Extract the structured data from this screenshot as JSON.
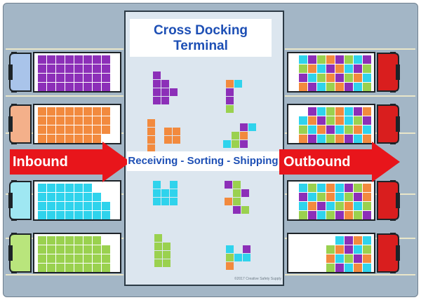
{
  "title": {
    "line1": "Cross Docking",
    "line2": "Terminal"
  },
  "process_band": "Receiving - Sorting - Shipping",
  "inbound_label": "Inbound",
  "outbound_label": "Outbound",
  "copyright": "©2017 Creative Safety Supply",
  "colors": {
    "background": "#a3b6c6",
    "terminal": "#dce6ef",
    "title_text": "#1d4fb5",
    "arrow": "#e8151b",
    "purple": "#8c2fb8",
    "orange": "#f28a3e",
    "cyan": "#2fd3ec",
    "green": "#9ad14f"
  },
  "inbound_trucks": [
    {
      "cargo": "purple",
      "cab_color": "#a9c4ea",
      "rows": [
        8,
        8,
        8,
        8
      ]
    },
    {
      "cargo": "orange",
      "cab_color": "#f4b08a",
      "rows": [
        8,
        8,
        8,
        7
      ]
    },
    {
      "cargo": "cyan",
      "cab_color": "#9fe7f2",
      "rows": [
        6,
        7,
        8,
        8
      ]
    },
    {
      "cargo": "green",
      "cab_color": "#b9e57c",
      "rows": [
        7,
        8,
        8,
        8
      ]
    }
  ],
  "outbound_trucks": [
    {
      "cab_color": "#d91e1e",
      "rows": [
        [
          "cyan",
          "purple",
          "green",
          "orange",
          "purple",
          "green",
          "cyan",
          "purple"
        ],
        [
          "green",
          "orange",
          "cyan",
          "purple",
          "orange",
          "cyan",
          "purple",
          "green"
        ],
        [
          "purple",
          "cyan",
          "green",
          "orange",
          "purple",
          "green",
          "orange",
          "cyan"
        ],
        [
          "orange",
          "purple",
          "cyan",
          "green",
          "orange",
          "purple",
          "cyan",
          "green"
        ]
      ]
    },
    {
      "cab_color": "#d91e1e",
      "rows": [
        [
          "purple",
          "cyan",
          "green",
          "orange",
          "cyan",
          "purple",
          "orange"
        ],
        [
          "cyan",
          "orange",
          "purple",
          "green",
          "orange",
          "cyan",
          "green",
          "purple"
        ],
        [
          "green",
          "cyan",
          "orange",
          "purple",
          "cyan",
          "green",
          "orange",
          "cyan"
        ],
        [
          "orange",
          "purple",
          "cyan",
          "green",
          "orange",
          "purple",
          "cyan",
          "orange"
        ]
      ]
    },
    {
      "cab_color": "#d91e1e",
      "rows": [
        [
          "cyan",
          "green",
          "cyan",
          "orange",
          "cyan",
          "purple",
          "green",
          "orange"
        ],
        [
          "purple",
          "cyan",
          "green",
          "orange",
          "cyan",
          "green",
          "purple",
          "orange"
        ],
        [
          "cyan",
          "orange",
          "purple",
          "cyan",
          "green",
          "orange",
          "cyan",
          "green"
        ],
        [
          "green",
          "purple",
          "cyan",
          "green",
          "purple",
          "orange",
          "green",
          "purple"
        ]
      ]
    },
    {
      "cab_color": "#d91e1e",
      "rows": [
        [
          "cyan",
          "purple",
          "orange",
          "cyan"
        ],
        [
          "green",
          "orange",
          "purple",
          "cyan",
          "green"
        ],
        [
          "orange",
          "cyan",
          "green",
          "purple",
          "orange"
        ],
        [
          "green",
          "purple",
          "cyan",
          "orange",
          "cyan"
        ]
      ]
    }
  ],
  "terminal_piles": [
    {
      "position": "left-1",
      "blocks": [
        [
          "purple",
          0,
          0
        ],
        [
          "purple",
          0,
          1
        ],
        [
          "purple",
          1,
          1
        ],
        [
          "purple",
          0,
          2
        ],
        [
          "purple",
          1,
          2
        ],
        [
          "purple",
          2,
          2
        ],
        [
          "purple",
          0,
          3
        ],
        [
          "purple",
          1,
          3
        ]
      ]
    },
    {
      "position": "right-1",
      "blocks": [
        [
          "orange",
          0,
          0
        ],
        [
          "cyan",
          1,
          0
        ],
        [
          "purple",
          0,
          1
        ],
        [
          "purple",
          0,
          2
        ],
        [
          "green",
          0,
          3
        ]
      ]
    },
    {
      "position": "left-2",
      "blocks": [
        [
          "orange",
          0,
          0
        ],
        [
          "orange",
          0,
          1
        ],
        [
          "orange",
          2,
          1
        ],
        [
          "orange",
          3,
          1
        ],
        [
          "orange",
          0,
          2
        ],
        [
          "orange",
          2,
          2
        ],
        [
          "orange",
          3,
          2
        ],
        [
          "orange",
          0,
          3
        ]
      ]
    },
    {
      "position": "right-2",
      "blocks": [
        [
          "purple",
          2,
          0
        ],
        [
          "cyan",
          3,
          0
        ],
        [
          "green",
          1,
          1
        ],
        [
          "orange",
          2,
          1
        ],
        [
          "cyan",
          0,
          2
        ],
        [
          "green",
          1,
          2
        ],
        [
          "purple",
          2,
          2
        ]
      ]
    },
    {
      "position": "left-3",
      "blocks": [
        [
          "cyan",
          0,
          0
        ],
        [
          "cyan",
          2,
          0
        ],
        [
          "cyan",
          0,
          1
        ],
        [
          "cyan",
          1,
          1
        ],
        [
          "cyan",
          2,
          1
        ],
        [
          "cyan",
          0,
          2
        ],
        [
          "cyan",
          1,
          2
        ],
        [
          "cyan",
          2,
          2
        ]
      ]
    },
    {
      "position": "right-3",
      "blocks": [
        [
          "purple",
          0,
          0
        ],
        [
          "green",
          1,
          0
        ],
        [
          "purple",
          2,
          1
        ],
        [
          "green",
          1,
          1
        ],
        [
          "orange",
          0,
          2
        ],
        [
          "green",
          1,
          2
        ],
        [
          "purple",
          1,
          3
        ],
        [
          "green",
          2,
          3
        ]
      ]
    },
    {
      "position": "left-4",
      "blocks": [
        [
          "green",
          0,
          0
        ],
        [
          "green",
          0,
          1
        ],
        [
          "green",
          1,
          1
        ],
        [
          "green",
          0,
          2
        ],
        [
          "green",
          1,
          2
        ],
        [
          "green",
          0,
          3
        ],
        [
          "green",
          1,
          3
        ]
      ]
    },
    {
      "position": "right-4",
      "blocks": [
        [
          "cyan",
          0,
          0
        ],
        [
          "purple",
          2,
          0
        ],
        [
          "green",
          0,
          1
        ],
        [
          "cyan",
          1,
          1
        ],
        [
          "cyan",
          2,
          1
        ],
        [
          "orange",
          0,
          2
        ]
      ]
    }
  ]
}
